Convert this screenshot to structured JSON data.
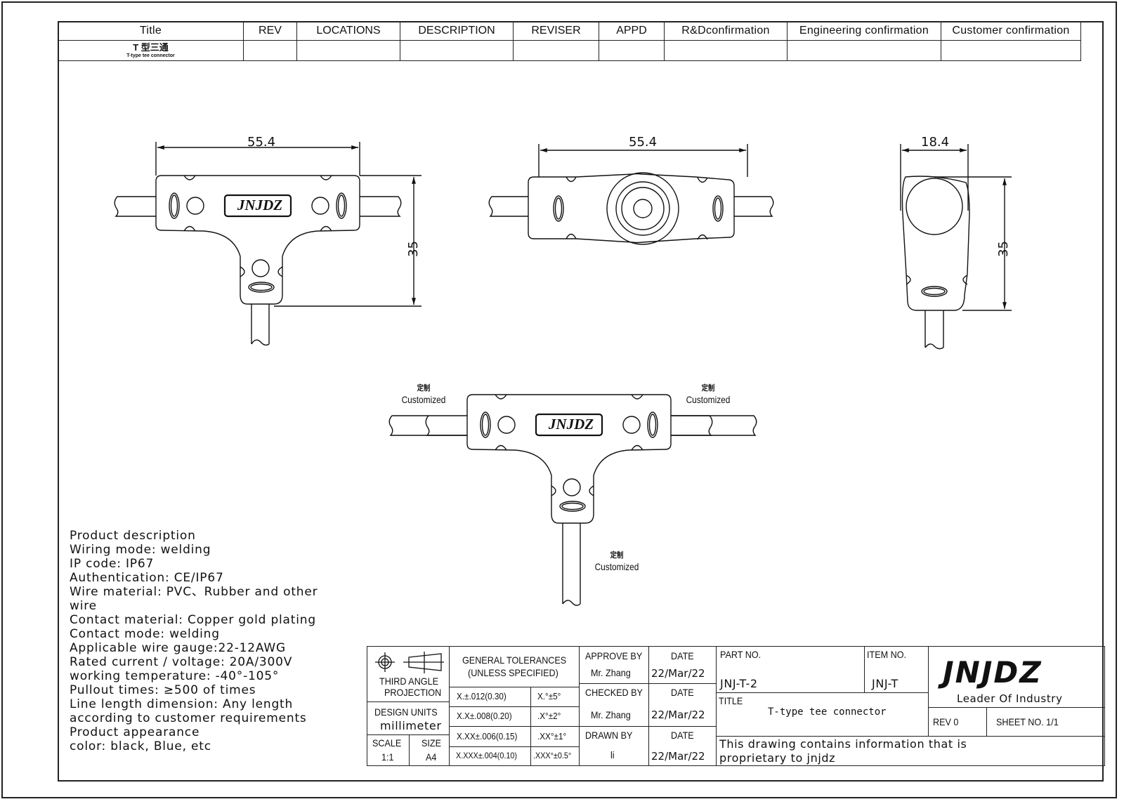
{
  "revision_table": {
    "headers": [
      "Title",
      "REV",
      "LOCATIONS",
      "DESCRIPTION",
      "REVISER",
      "APPD",
      "R&Dconfirmation",
      "Engineering confirmation",
      "Customer confirmation"
    ],
    "title_cn": "T 型三通",
    "title_en": "T-type tee connector"
  },
  "views": {
    "front": {
      "width_dim": "55.4",
      "height_dim": "35",
      "logo": "JNJDZ"
    },
    "top": {
      "width_dim": "55.4"
    },
    "side": {
      "width_dim": "18.4",
      "height_dim": "35"
    },
    "assembly": {
      "logo": "JNJDZ",
      "labels": [
        {
          "cn": "定制",
          "en": "Customized"
        },
        {
          "cn": "定制",
          "en": "Customized"
        },
        {
          "cn": "定制",
          "en": "Customized"
        }
      ]
    }
  },
  "product_description": [
    "Product description",
    "Wiring mode: welding",
    "IP code: IP67",
    "Authentication: CE/IP67",
    "Wire material: PVC、Rubber and other",
    "wire",
    "Contact material: Copper gold plating",
    "Contact mode: welding",
    "Applicable wire gauge:22-12AWG",
    "Rated current / voltage: 20A/300V",
    "working temperature: -40°-105°",
    "Pullout times: ≥500 of times",
    "Line length dimension: Any length",
    "according to customer requirements",
    "Product appearance",
    "color: black, Blue, etc"
  ],
  "title_block": {
    "projection": "THIRD ANGLE PROJECTION",
    "projection_line1": "THIRD ANGLE",
    "projection_line2": "PROJECTION",
    "design_units_label": "DESIGN UNITS",
    "design_units_value": "millimeter",
    "scale_label": "SCALE",
    "scale_value": "1:1",
    "size_label": "SIZE",
    "size_value": "A4",
    "tolerances_title_1": "GENERAL TOLERANCES",
    "tolerances_title_2": "(UNLESS SPECIFIED)",
    "tolerances": [
      {
        "linear": "X.±.012(0.30)",
        "angular": "X.°±5°"
      },
      {
        "linear": "X.X±.008(0.20)",
        "angular": ".X°±2°"
      },
      {
        "linear": "X.XX±.006(0.15)",
        "angular": ".XX°±1°"
      },
      {
        "linear": "X.XXX±.004(0.10)",
        "angular": ".XXX°±0.5°"
      }
    ],
    "approve_by_label": "APPROVE BY",
    "approve_by": "Mr. Zhang",
    "checked_by_label": "CHECKED BY",
    "checked_by": "Mr. Zhang",
    "drawn_by_label": "DRAWN BY",
    "drawn_by": "li",
    "date_label": "DATE",
    "dates": [
      "22/Mar/22",
      "22/Mar/22",
      "22/Mar/22"
    ],
    "part_no_label": "PART NO.",
    "part_no": "JNJ-T-2",
    "item_no_label": "ITEM NO.",
    "item_no": "JNJ-T",
    "title_label": "TITLE",
    "title": "T-type tee connector",
    "notice": "This drawing contains information that is proprietary to jnjdz",
    "notice_line1": "This drawing contains information that is",
    "notice_line2": "proprietary to jnjdz",
    "logo": "JNJDZ",
    "slogan": "Leader Of Industry",
    "rev": "REV 0",
    "sheet": "SHEET NO. 1/1"
  }
}
